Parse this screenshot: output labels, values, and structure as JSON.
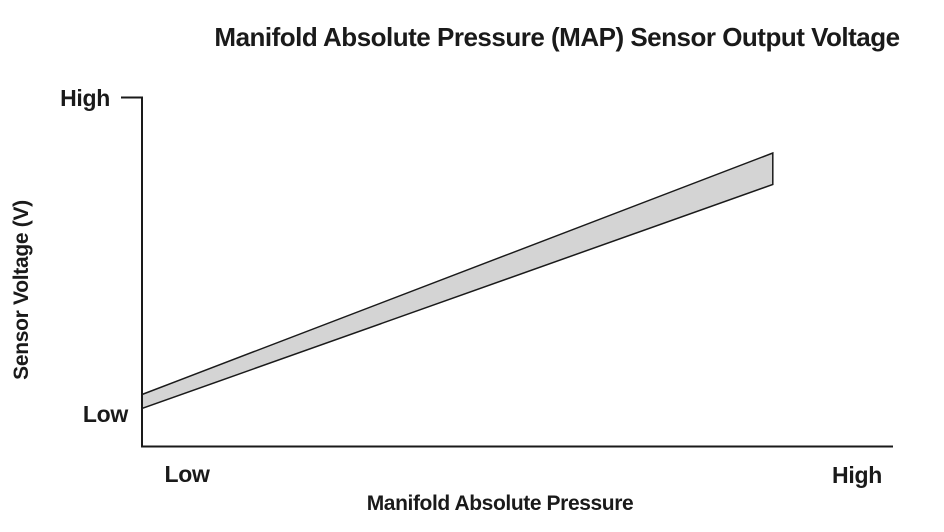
{
  "title": "Manifold Absolute Pressure (MAP) Sensor Output Voltage",
  "colors": {
    "background": "#ffffff",
    "text": "#1a1a1a",
    "axis": "#1a1a1a",
    "band_fill": "#d4d4d4",
    "band_stroke": "#1a1a1a"
  },
  "chart_data": {
    "type": "area",
    "title": "Manifold Absolute Pressure (MAP) Sensor Output Voltage",
    "xlabel": "Manifold Absolute Pressure",
    "ylabel": "Sensor Voltage (V)",
    "x_tick_labels": [
      "Low",
      "High"
    ],
    "y_tick_labels": [
      "Low",
      "High"
    ],
    "axes_qualitative": true,
    "xlim": [
      0,
      1
    ],
    "ylim": [
      0,
      1
    ],
    "grid": false,
    "legend": null,
    "band": {
      "name": "sensor-output-voltage-range",
      "x": [
        0.0,
        0.84
      ],
      "upper": [
        0.15,
        0.84
      ],
      "lower": [
        0.11,
        0.75
      ]
    },
    "description": "Shaded tolerance band: sensor voltage rises linearly from Low to High as manifold absolute pressure rises from Low to High; band widens slightly toward high pressure."
  }
}
